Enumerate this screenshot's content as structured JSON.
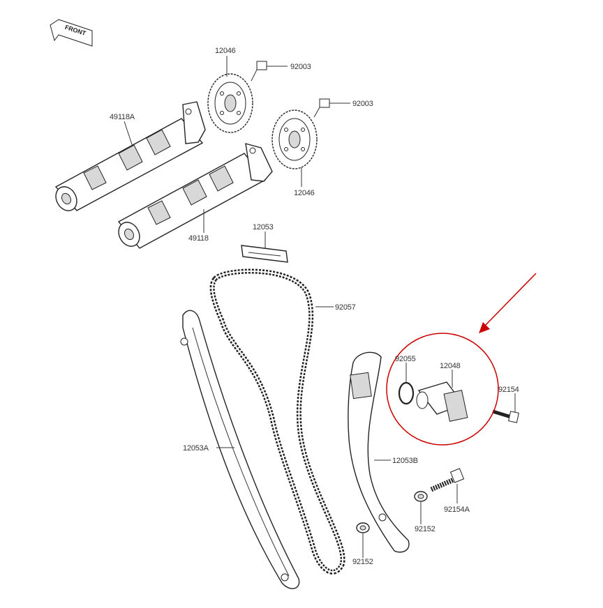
{
  "front_marker": {
    "text": "FRONT"
  },
  "labels": {
    "sprocket_top": "12046",
    "bolt_top": "92003",
    "cam_upper": "49118A",
    "bolt_right": "92003",
    "sprocket_bottom": "12046",
    "cam_lower": "49118",
    "guide_top": "12053",
    "chain": "92057",
    "oring": "92055",
    "tensioner": "12048",
    "bolt_tensioner": "92154",
    "guide_left": "12053A",
    "guide_right": "12053B",
    "bolt_long": "92154A",
    "collar_right": "92152",
    "collar_left": "92152"
  },
  "highlight": {
    "circle_color": "#cc0000",
    "arrow_color": "#cc0000"
  }
}
